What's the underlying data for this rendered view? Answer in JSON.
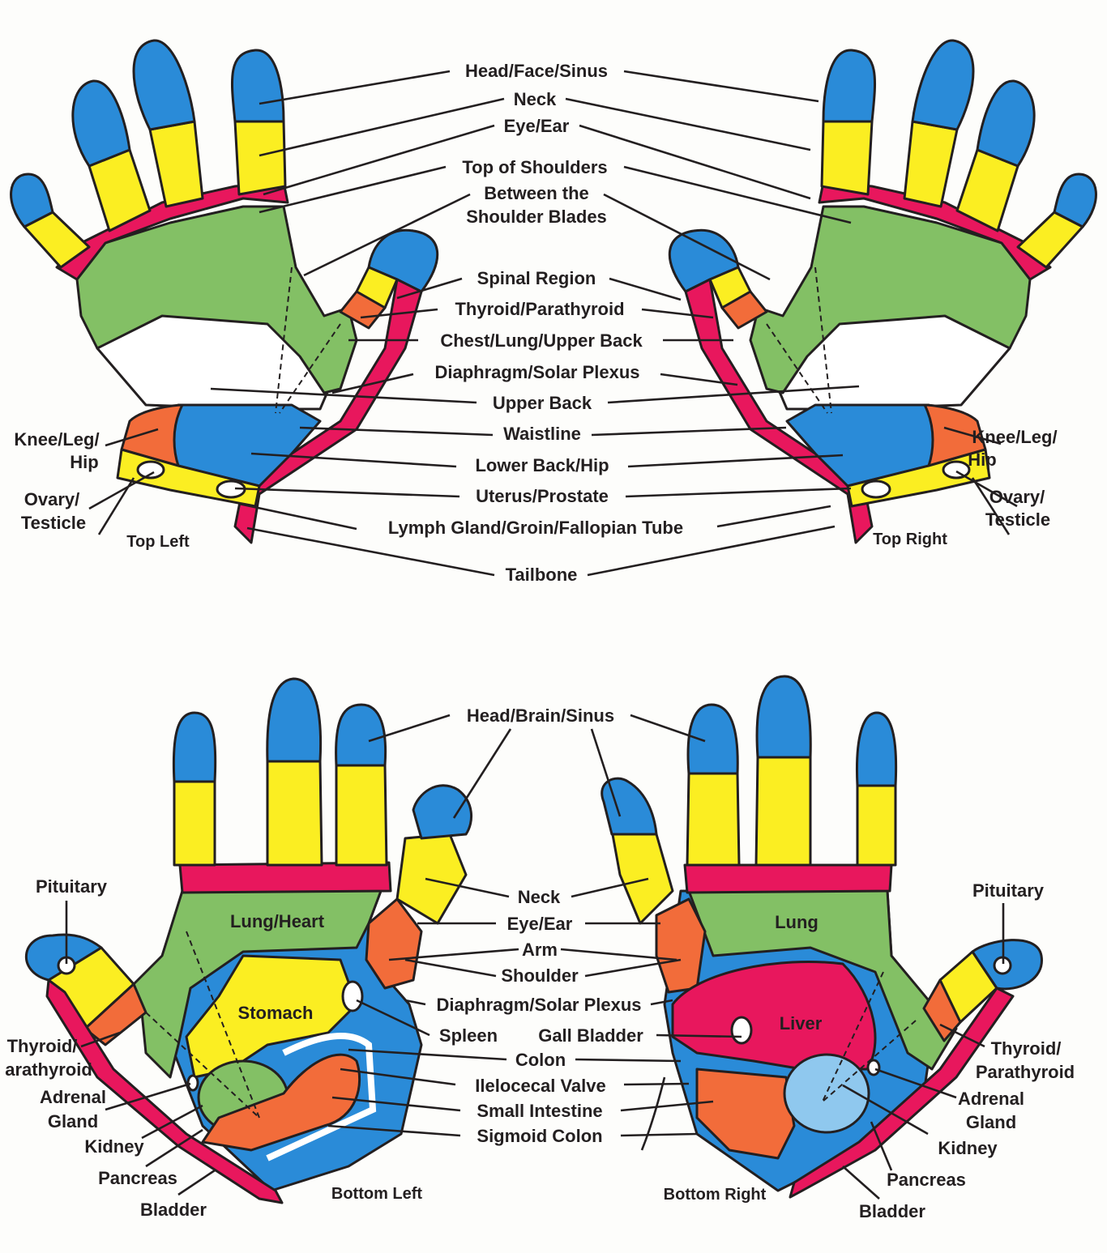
{
  "colors": {
    "head_blue": "#2a8bd8",
    "yellow": "#fbee22",
    "magenta": "#e8175d",
    "green": "#83c065",
    "orange": "#f26c3a",
    "light_blue": "#8fc8ee",
    "outline": "#231f20",
    "background": "#fdfdfb"
  },
  "top_section": {
    "captions": {
      "left": "Top Left",
      "right": "Top Right"
    },
    "center_labels": [
      "Head/Face/Sinus",
      "Neck",
      "Eye/Ear",
      "Top of Shoulders",
      "Between the",
      "Shoulder Blades",
      "Spinal Region",
      "Thyroid/Parathyroid",
      "Chest/Lung/Upper Back",
      "Diaphragm/Solar Plexus",
      "Upper Back",
      "Waistline",
      "Lower Back/Hip",
      "Uterus/Prostate",
      "Lymph Gland/Groin/Fallopian Tube",
      "Tailbone"
    ],
    "side_labels": {
      "knee_line1": "Knee/Leg/",
      "knee_line2": "Hip",
      "ovary_line1": "Ovary/",
      "ovary_line2": "Testicle"
    }
  },
  "bottom_section": {
    "captions": {
      "left": "Bottom Left",
      "right": "Bottom Right"
    },
    "center_labels": [
      "Head/Brain/Sinus",
      "Neck",
      "Eye/Ear",
      "Arm",
      "Shoulder",
      "Diaphragm/Solar Plexus",
      "Spleen",
      "Gall Bladder",
      "Colon",
      "Ilelocecal Valve",
      "Small Intestine",
      "Sigmoid Colon"
    ],
    "in_hand_labels": {
      "lung_heart": "Lung/Heart",
      "stomach": "Stomach",
      "lung": "Lung",
      "liver": "Liver"
    },
    "left_labels": {
      "pituitary": "Pituitary",
      "thyroid_line1": "Thyroid/",
      "thyroid_line2": "arathyroid",
      "adrenal_line1": "Adrenal",
      "adrenal_line2": "Gland",
      "kidney": "Kidney",
      "pancreas": "Pancreas",
      "bladder": "Bladder"
    },
    "right_labels": {
      "pituitary": "Pituitary",
      "thyroid_line1": "Thyroid/",
      "thyroid_line2": "Parathyroid",
      "adrenal_line1": "Adrenal",
      "adrenal_line2": "Gland",
      "kidney": "Kidney",
      "pancreas": "Pancreas",
      "bladder": "Bladder"
    }
  }
}
